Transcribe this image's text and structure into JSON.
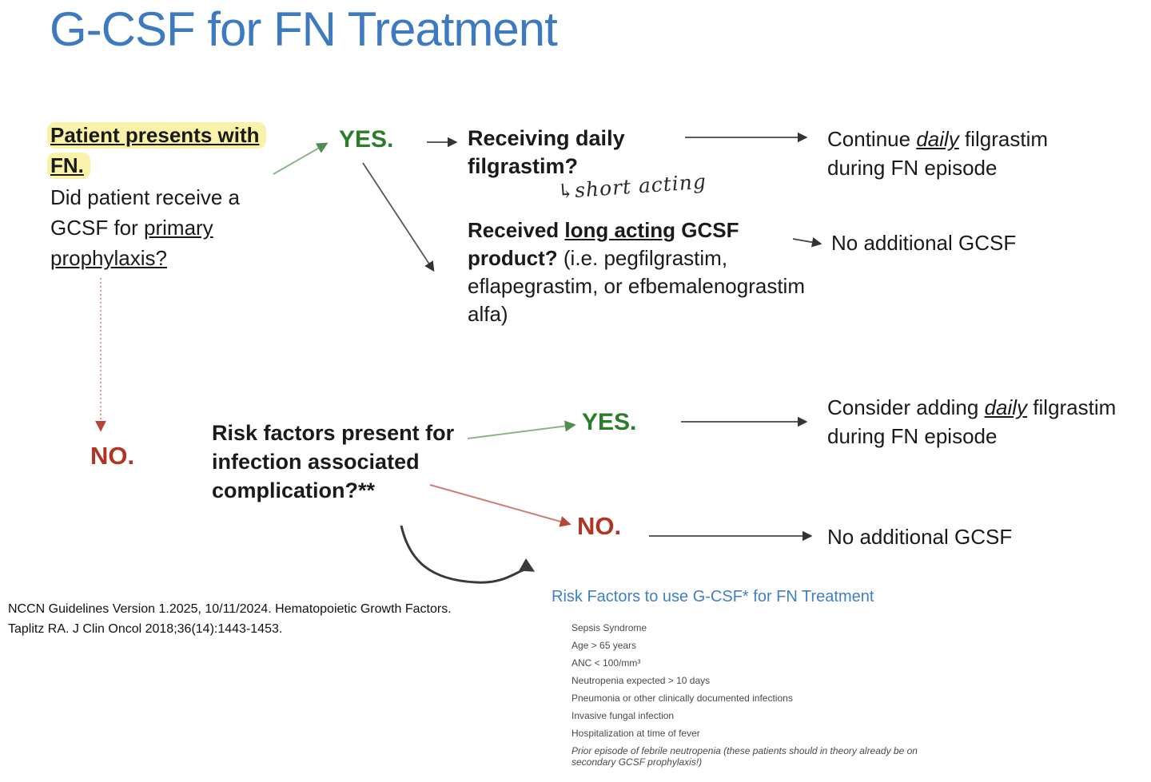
{
  "title": "G-CSF for FN Treatment",
  "flowchart": {
    "start_node": {
      "highlight": "Patient presents with FN.",
      "question_pre": "Did patient receive a GCSF for ",
      "question_underlined": "primary prophylaxis?"
    },
    "branch1_yes_label": "YES.",
    "branch1_no_label": "NO.",
    "daily_filgrastim_question": "Receiving daily filgrastim?",
    "handwritten_note": "↳short acting",
    "long_acting_question": {
      "bold_pre": "Received ",
      "underlined": "long acting",
      "bold_post": " GCSF product?",
      "detail": " (i.e. pegfilgrastim, eflapegrastim, or efbemalenograstim alfa)"
    },
    "outcome_continue_daily": {
      "pre": "Continue ",
      "emph": "daily",
      "post": " filgrastim during FN episode"
    },
    "outcome_no_additional_1": "No additional GCSF",
    "risk_factor_question": "Risk factors present for infection associated complication?**",
    "branch2_yes_label": "YES.",
    "branch2_no_label": "NO.",
    "outcome_consider_daily": {
      "pre": "Consider adding ",
      "emph": "daily",
      "post": " filgrastim during FN episode"
    },
    "outcome_no_additional_2": "No additional GCSF"
  },
  "citation": {
    "line1": "NCCN Guidelines Version 1.2025, 10/11/2024. Hematopoietic Growth Factors.",
    "line2": "Taplitz RA. J Clin Oncol 2018;36(14):1443-1453."
  },
  "risk_factor_panel": {
    "heading": "Risk Factors to use G-CSF* for FN Treatment",
    "items": [
      "Sepsis Syndrome",
      "Age > 65 years",
      "ANC < 100/mm³",
      "Neutropenia expected > 10 days",
      "Pneumonia or other clinically documented infections",
      "Invasive fungal infection",
      "Hospitalization at time of fever",
      "Prior episode of febrile neutropenia (these patients should in theory already be on secondary GCSF prophylaxis!)"
    ]
  },
  "colors": {
    "title_blue": "#3e7ac0",
    "heading_blue": "#3f80c6",
    "yes_green": "#2a7d2a",
    "no_red": "#b13522",
    "highlight_yellow": "#faf2a8",
    "green_arrow": "#8cb48c",
    "red_arrow": "#cc8073"
  }
}
